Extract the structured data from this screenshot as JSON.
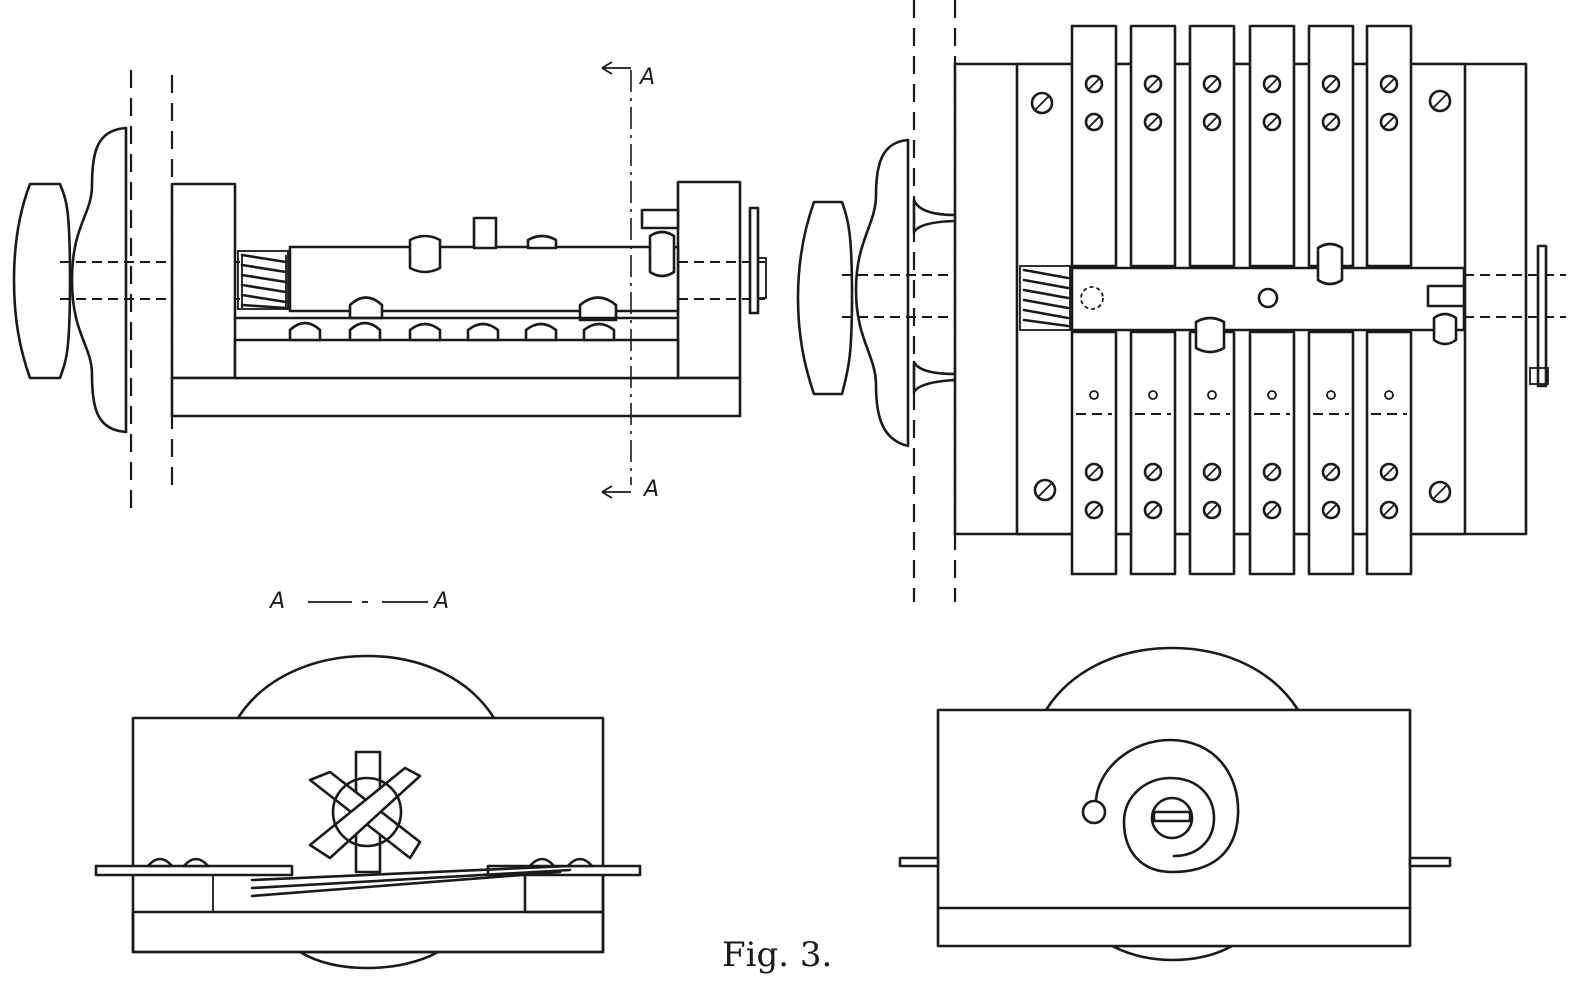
{
  "figure": {
    "caption": "Fig. 3.",
    "section_marker_top": "A",
    "section_marker_bottom": "A",
    "section_title_left": "A",
    "section_title_right": "A"
  },
  "colors": {
    "ink": "#1a1a1a",
    "paper": "#ffffff"
  }
}
